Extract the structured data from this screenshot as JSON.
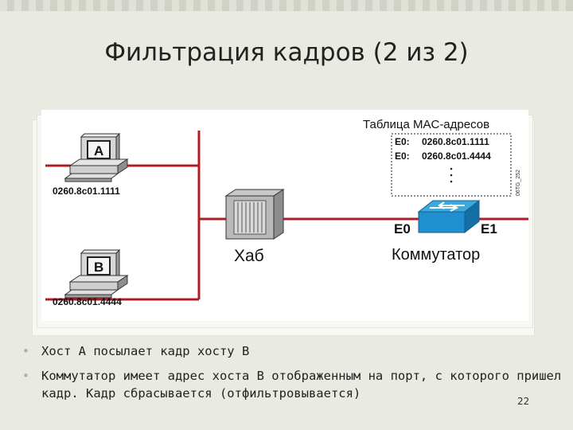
{
  "slide": {
    "title": "Фильтрация кадров (2 из 2)",
    "page_number": "22"
  },
  "diagram": {
    "host_a": {
      "letter": "A",
      "mac": "0260.8c01.1111"
    },
    "host_b": {
      "letter": "B",
      "mac": "0260.8c01.4444"
    },
    "hub_label": "Хаб",
    "switch_label": "Коммутатор",
    "ports": {
      "e0": "E0",
      "e1": "E1"
    },
    "mac_table": {
      "title": "Таблица MAC-адресов",
      "rows": [
        {
          "port": "E0:",
          "address": "0260.8c01.1111"
        },
        {
          "port": "E0:",
          "address": "0260.8c01.4444"
        }
      ]
    },
    "figure_code": "06TG_252",
    "colors": {
      "wire": "#b01e24",
      "switch": "#1f8fd0",
      "screen": "#4a4a4a"
    }
  },
  "bullets": [
    "Хост A посылает кадр хосту B",
    "Коммутатор имеет адрес хоста B отображенным на порт, с которого пришел кадр. Кадр сбрасывается (отфильтровывается)"
  ]
}
